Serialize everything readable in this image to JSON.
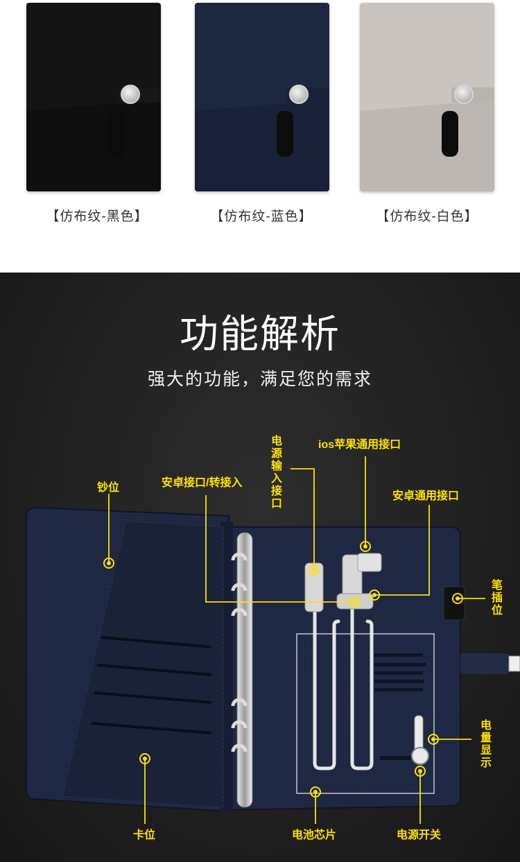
{
  "variants": [
    {
      "label": "【仿布纹-黑色】",
      "color": "#141414",
      "flap": "#0f0f0f",
      "strap": "#181818"
    },
    {
      "label": "【仿布纹-蓝色】",
      "color": "#1d2740",
      "flap": "#182138",
      "strap": "#1a233b"
    },
    {
      "label": "【仿布纹-白色】",
      "color": "#c9c4bf",
      "flap": "#bcb7b2",
      "strap": "#b8b3ad"
    }
  ],
  "section": {
    "title": "功能解析",
    "subtitle": "强大的功能，满足您的需求"
  },
  "callouts": {
    "money_slot": "钞位",
    "android_port_adapter": "安卓接口/转接入",
    "power_input_port": "电源输入接口",
    "ios_port": "ios苹果通用接口",
    "android_port": "安卓通用接口",
    "pen_slot": "笔插位",
    "battery_display": "电量显示",
    "card_slot": "卡位",
    "battery_chip": "电池芯片",
    "power_switch": "电源开关"
  },
  "colors": {
    "accent": "#ffe100",
    "notebook_navy": "#1e2742",
    "background_dark": "#1d1d1d"
  }
}
